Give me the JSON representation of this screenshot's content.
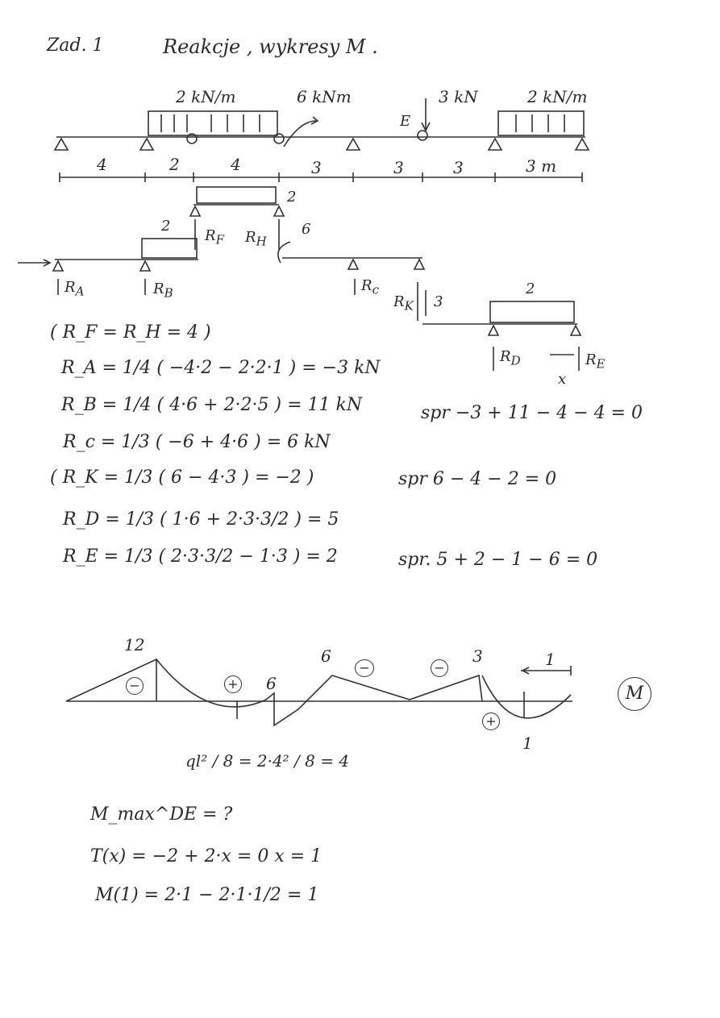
{
  "header": {
    "title": "Zad. 1",
    "subtitle": "Reakcje , wykresy M ."
  },
  "loads": {
    "q_left": "2 kN/m",
    "moment": "6 kNm",
    "force": "3 kN",
    "q_right": "2 kN/m",
    "point_e": "E"
  },
  "spans": [
    "4",
    "2",
    "4",
    "3",
    "3",
    "3",
    "3 m"
  ],
  "sub_labels": {
    "q_top_right": "2",
    "q_mid": "2",
    "rf": "R",
    "rf_sub": "F",
    "rh": "R",
    "rh_sub": "H",
    "moment6": "6",
    "ra": "R",
    "ra_sub": "A",
    "rb": "R",
    "rb_sub": "B",
    "rc": "R",
    "rc_sub": "c",
    "rk": "R",
    "rk_sub": "K",
    "three": "3",
    "q_right_small": "2",
    "rd": "R",
    "rd_sub": "D",
    "re": "R",
    "re_sub": "E",
    "x_label": "x"
  },
  "equations": {
    "rf_rh": "( R_F = R_H = 4 )",
    "ra": "R_A = 1/4 ( −4·2 − 2·2·1 ) = −3 kN",
    "rb": "R_B = 1/4 ( 4·6 + 2·2·5 ) = 11 kN",
    "rc": "R_c = 1/3 ( −6 + 4·6 ) = 6 kN",
    "rk": "( R_K = 1/3 ( 6 − 4·3 ) = −2 )",
    "rd": "R_D = 1/3 ( 1·6 + 2·3·3/2 ) = 5",
    "re": "R_E = 1/3 ( 2·3·3/2 − 1·3 ) = 2"
  },
  "checks": {
    "c1": "spr   −3 + 11 − 4 − 4 = 0",
    "c2": "spr   6 − 4 − 2 = 0",
    "c3": "spr.   5 + 2 − 1 − 6 = 0"
  },
  "moment_diagram": {
    "v12": "12",
    "v6a": "6",
    "v6b": "6",
    "v3": "3",
    "v1": "1",
    "v1b": "1",
    "sign_minus": "−",
    "sign_plus": "+",
    "tag": "M"
  },
  "ql": {
    "line": "ql² / 8 = 2·4² / 8 = 4"
  },
  "bottom": {
    "mmax": "M_max^DE = ?",
    "tx": "T(x) = −2 + 2·x = 0     x = 1",
    "m1": "M(1) = 2·1 − 2·1·1/2 = 1"
  }
}
